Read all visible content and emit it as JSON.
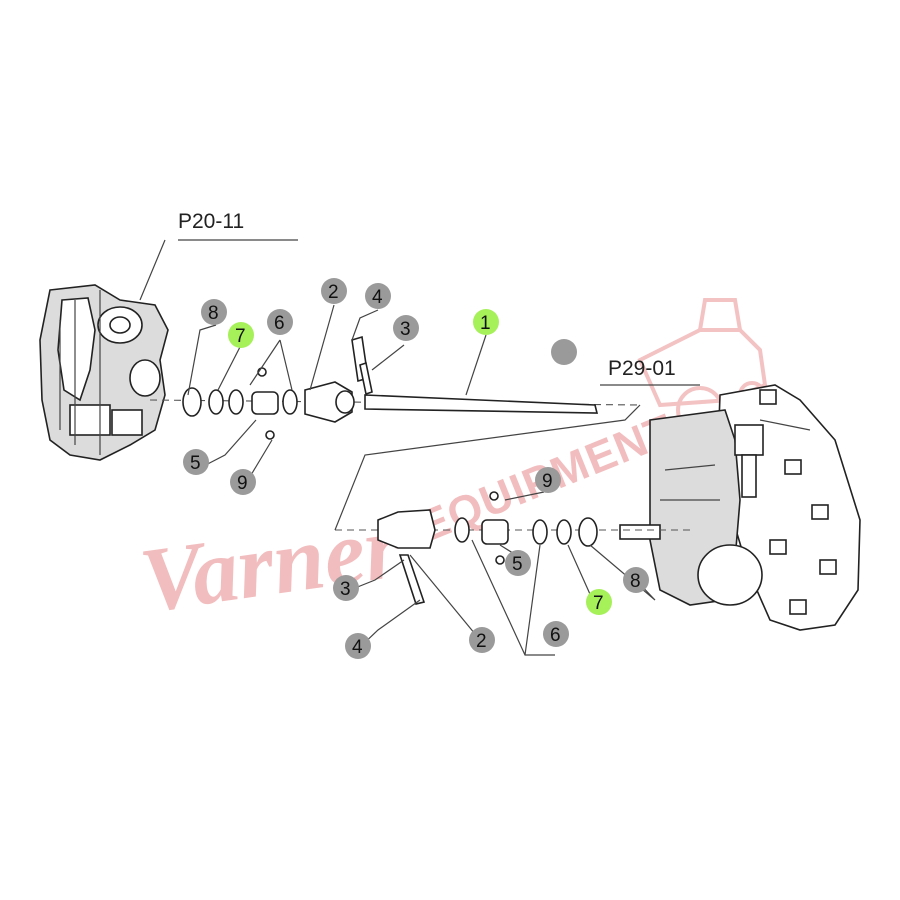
{
  "references": {
    "left_housing": "P20-11",
    "right_housing": "P29-01"
  },
  "callouts": {
    "top_8": "8",
    "top_7": "7",
    "top_6": "6",
    "top_2": "2",
    "top_4": "4",
    "top_3": "3",
    "top_1": "1",
    "top_5": "5",
    "top_9": "9",
    "bot_9": "9",
    "bot_5": "5",
    "bot_3": "3",
    "bot_4": "4",
    "bot_2": "2",
    "bot_6": "6",
    "bot_7": "7",
    "bot_8": "8"
  },
  "watermark": {
    "script": "Varner",
    "block": "EQUIPMENT"
  },
  "colors": {
    "callout_default": "#9a9a9a",
    "callout_highlight": "#a6f05a",
    "watermark": "#e8888a"
  }
}
